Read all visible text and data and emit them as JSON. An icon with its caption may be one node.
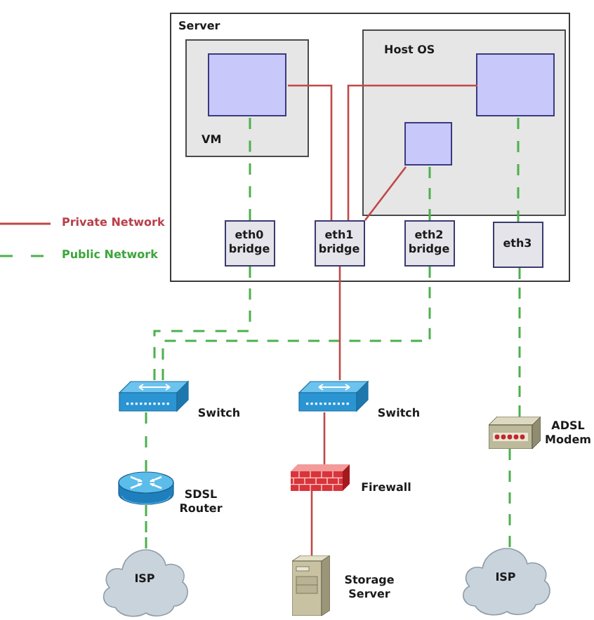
{
  "diagram": {
    "nodes": [
      {
        "text": [
          "Server"
        ]
      },
      {
        "text": [
          "VM"
        ],
        "in": 0
      },
      {
        "text": [],
        "shape": "box",
        "in": 1
      },
      {
        "text": [
          "Host OS"
        ],
        "in": 0
      },
      {
        "text": [],
        "shape": "box",
        "in": 3
      },
      {
        "text": [],
        "shape": "box",
        "in": 3
      },
      {
        "text": [
          "eth0 bridge"
        ],
        "in": 0
      },
      {
        "text": [
          "eth1 bridge"
        ],
        "in": 0
      },
      {
        "text": [
          "eth2 bridge"
        ],
        "in": 0
      },
      {
        "text": [
          "eth3"
        ],
        "in": 0
      },
      {
        "text": [],
        "shape": "picture",
        "beside": [
          "Switch"
        ]
      },
      {
        "text": [],
        "shape": "picture",
        "beside": [
          "Switch"
        ]
      },
      {
        "text": [],
        "shape": "picture",
        "beside": [
          "ADSL Modem"
        ]
      },
      {
        "text": [],
        "shape": "picture",
        "beside": [
          "SDSL Router"
        ]
      },
      {
        "text": [],
        "shape": "picture",
        "beside": [
          "Firewall"
        ]
      },
      {
        "text": [
          "ISP"
        ]
      },
      {
        "text": [],
        "shape": "picture",
        "beside": [
          "Storage Server"
        ]
      },
      {
        "text": [
          "ISP"
        ]
      }
    ],
    "edges": [
      {
        "from": 2,
        "to": 6,
        "arrow": "none",
        "style": "dashed"
      },
      {
        "from": 2,
        "to": 7,
        "arrow": "none",
        "color": "#c04848"
      },
      {
        "from": 4,
        "to": 7,
        "arrow": "none",
        "color": "#c04848"
      },
      {
        "from": 5,
        "to": 7,
        "arrow": "none",
        "color": "#c04848"
      },
      {
        "from": 5,
        "to": 8,
        "arrow": "none",
        "style": "dashed"
      },
      {
        "from": 4,
        "to": 9,
        "arrow": "none",
        "style": "dashed"
      },
      {
        "from": 6,
        "to": 10,
        "arrow": "none",
        "style": "dashed"
      },
      {
        "from": 8,
        "to": 10,
        "arrow": "none",
        "style": "dashed"
      },
      {
        "from": 7,
        "to": 11,
        "arrow": "none",
        "color": "#c04848"
      },
      {
        "from": 11,
        "to": 14,
        "arrow": "none",
        "color": "#c04848"
      },
      {
        "from": 14,
        "to": 16,
        "arrow": "none",
        "color": "#c04848"
      },
      {
        "from": 9,
        "to": 12,
        "arrow": "none",
        "style": "dashed"
      },
      {
        "from": 12,
        "to": 17,
        "arrow": "none",
        "style": "dashed"
      },
      {
        "from": 10,
        "to": 13,
        "arrow": "none",
        "style": "dashed"
      },
      {
        "from": 13,
        "to": 15,
        "arrow": "none",
        "style": "dashed"
      }
    ],
    "legend": [
      {
        "text": "Private Network"
      },
      {
        "text": "Public Network"
      }
    ]
  }
}
